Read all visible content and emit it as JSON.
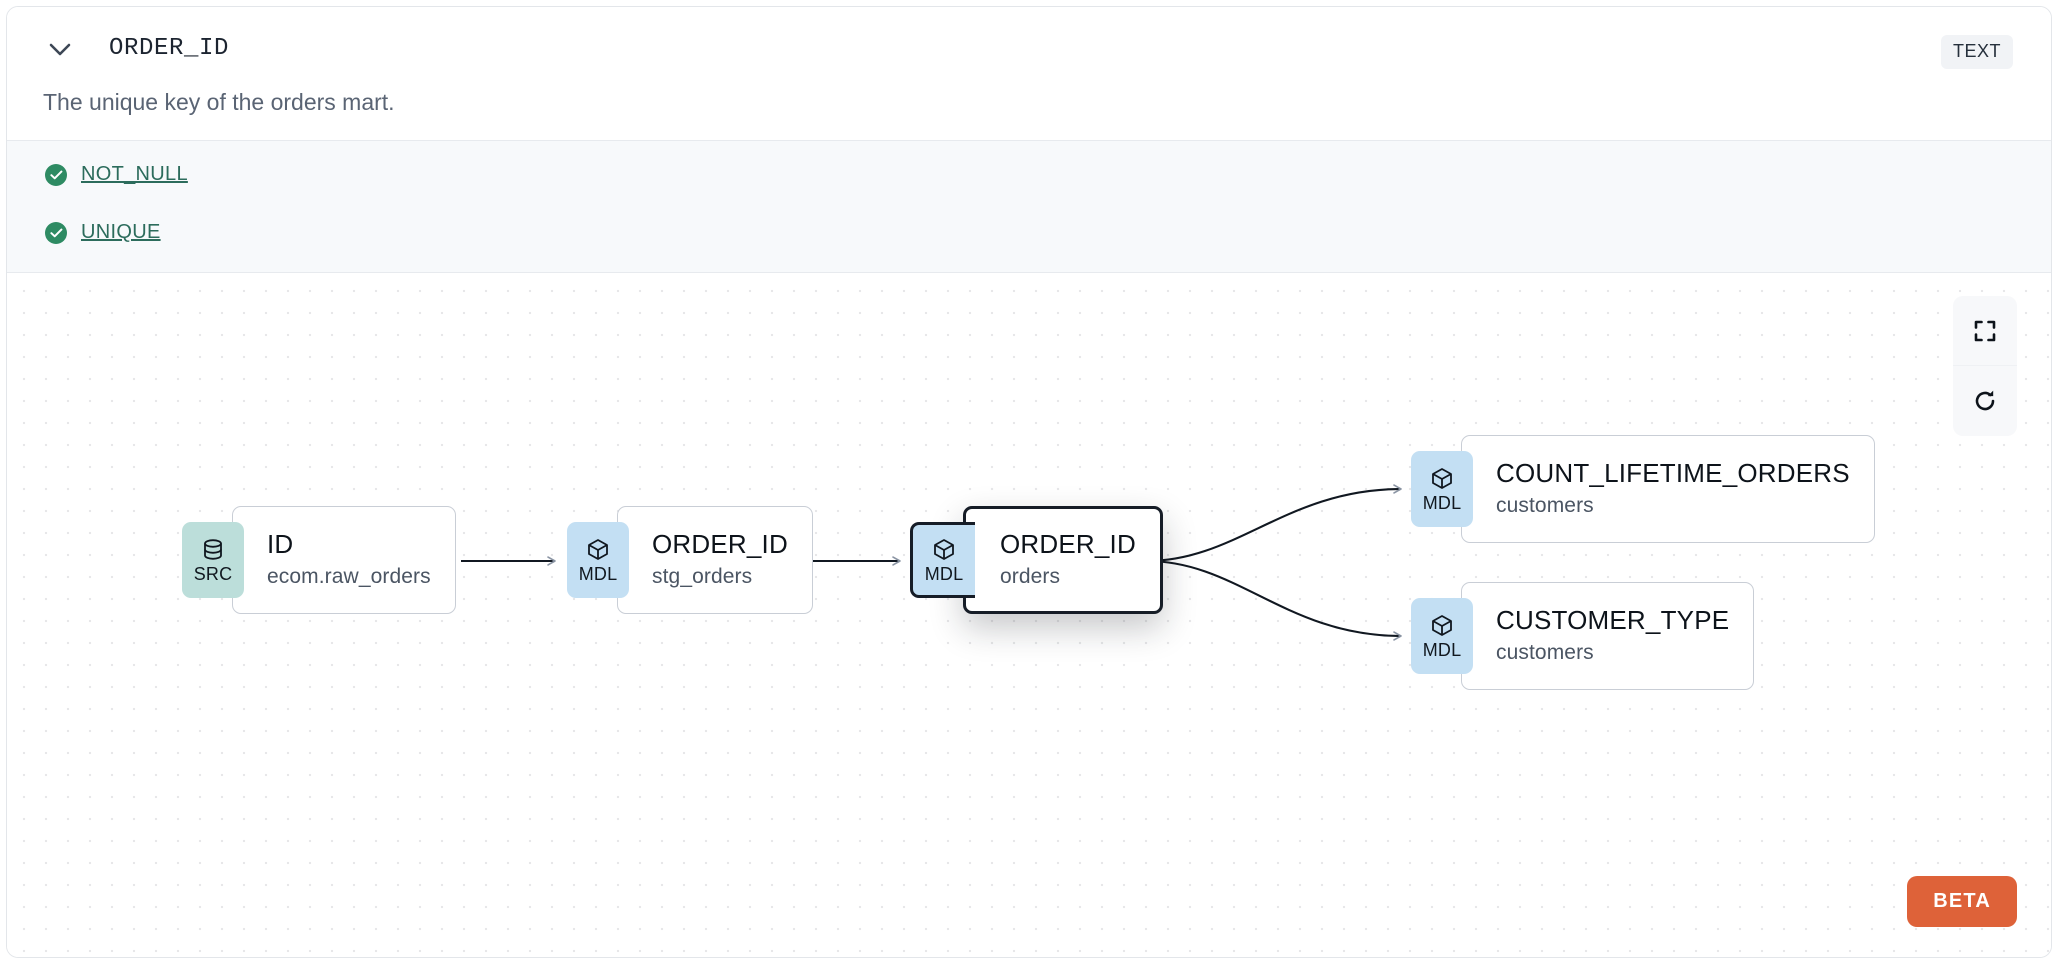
{
  "header": {
    "expand_icon": "chevron-down-icon",
    "column_name": "ORDER_ID",
    "data_type_badge": "TEXT",
    "description": "The unique key of the orders mart."
  },
  "tests": [
    {
      "status_icon": "check-circle-icon",
      "label": "NOT_NULL",
      "status": "passed"
    },
    {
      "status_icon": "check-circle-icon",
      "label": "UNIQUE",
      "status": "passed"
    }
  ],
  "lineage": {
    "nodes": [
      {
        "id": "src",
        "badge": "SRC",
        "badge_icon": "database-icon",
        "name": "ID",
        "parent": "ecom.raw_orders",
        "selected": false
      },
      {
        "id": "stg",
        "badge": "MDL",
        "badge_icon": "cube-icon",
        "name": "ORDER_ID",
        "parent": "stg_orders",
        "selected": false
      },
      {
        "id": "orders",
        "badge": "MDL",
        "badge_icon": "cube-icon",
        "name": "ORDER_ID",
        "parent": "orders",
        "selected": true
      },
      {
        "id": "count",
        "badge": "MDL",
        "badge_icon": "cube-icon",
        "name": "COUNT_LIFETIME_ORDERS",
        "parent": "customers",
        "selected": false
      },
      {
        "id": "custtype",
        "badge": "MDL",
        "badge_icon": "cube-icon",
        "name": "CUSTOMER_TYPE",
        "parent": "customers",
        "selected": false
      }
    ],
    "edges": [
      {
        "from": "src",
        "to": "stg"
      },
      {
        "from": "stg",
        "to": "orders"
      },
      {
        "from": "orders",
        "to": "count"
      },
      {
        "from": "orders",
        "to": "custtype"
      }
    ],
    "controls": [
      {
        "name": "fit-view-button",
        "icon": "fullscreen-icon"
      },
      {
        "name": "reset-button",
        "icon": "refresh-icon"
      }
    ],
    "beta_label": "BETA"
  },
  "colors": {
    "src_badge": "#BCDEDA",
    "mdl_badge": "#C3DFF3",
    "beta": "#DE6239",
    "test_pass": "#2E8B63",
    "test_link": "#2C6C5C"
  }
}
